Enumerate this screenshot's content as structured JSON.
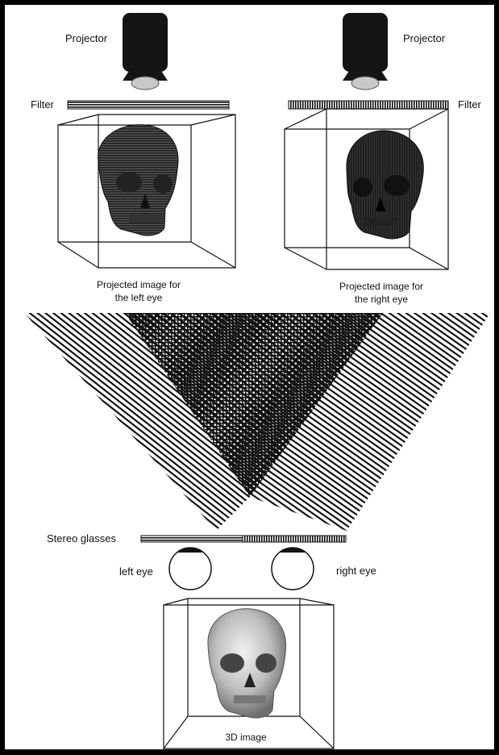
{
  "labels": {
    "projector_left": "Projector",
    "projector_right": "Projector",
    "filter_left": "Filter",
    "filter_right": "Filter",
    "caption_left_line1": "Projected image for",
    "caption_left_line2": "the left eye",
    "caption_right_line1": "Projected image for",
    "caption_right_line2": "the right eye",
    "stereo_glasses": "Stereo glasses",
    "left_eye": "left eye",
    "right_eye": "right eye",
    "result": "3D image"
  },
  "colors": {
    "frame": "#000000",
    "background": "#ffffff",
    "projector_body": "#151515",
    "lens": "#c8c8c8",
    "stripe": "#111111",
    "skull_left": "#555555",
    "skull_right": "#333333",
    "skull_3d": "#bdbdbd"
  },
  "icons": {
    "projector": "projector-icon",
    "filter": "polarizing-filter-icon",
    "skull": "skull-icon",
    "eye": "eye-icon"
  }
}
